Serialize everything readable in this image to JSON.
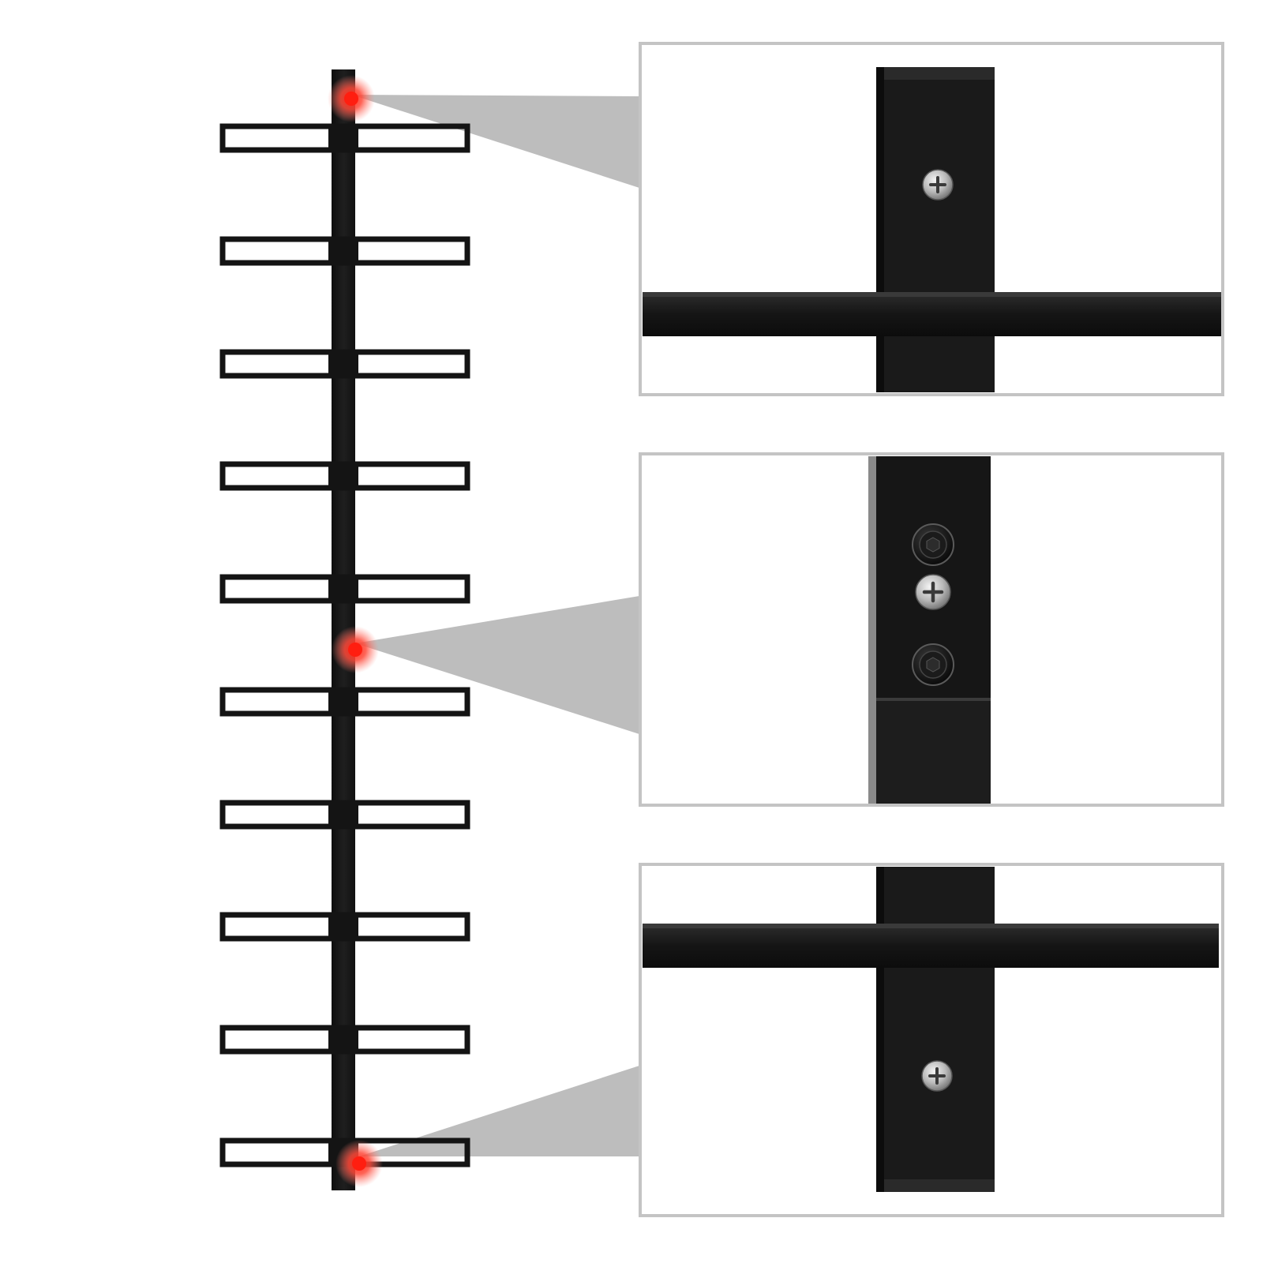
{
  "colors": {
    "background": "#ffffff",
    "metal": "#141414",
    "metal_edge": "#2c2c2c",
    "callout": "#bdbdbd",
    "panel_border": "#c4c4c4",
    "marker_red": "#e8392d",
    "screw_silver": "#c9c9c9"
  },
  "rack": {
    "tiers": 10,
    "marker_tier_positions": [
      "top",
      "middle",
      "bottom"
    ]
  },
  "detail_panels": [
    {
      "name": "top-joint-detail",
      "fasteners": [
        "phillips-screw"
      ]
    },
    {
      "name": "middle-splice-detail",
      "fasteners": [
        "hex-bolt",
        "phillips-screw",
        "hex-bolt"
      ]
    },
    {
      "name": "bottom-joint-detail",
      "fasteners": [
        "phillips-screw"
      ]
    }
  ]
}
